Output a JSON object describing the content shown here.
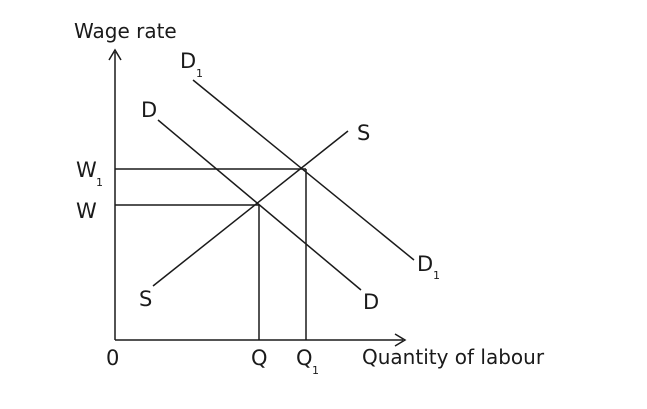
{
  "axes": {
    "y_label": "Wage rate",
    "x_label": "Quantity of labour",
    "origin": "0"
  },
  "curves": {
    "supply": "S",
    "demand": "D",
    "demand_new": "D",
    "demand_new_sub": "1"
  },
  "wages": {
    "w": "W",
    "w1": "W",
    "w1_sub": "1"
  },
  "quantities": {
    "q": "Q",
    "q1": "Q",
    "q1_sub": "1"
  }
}
